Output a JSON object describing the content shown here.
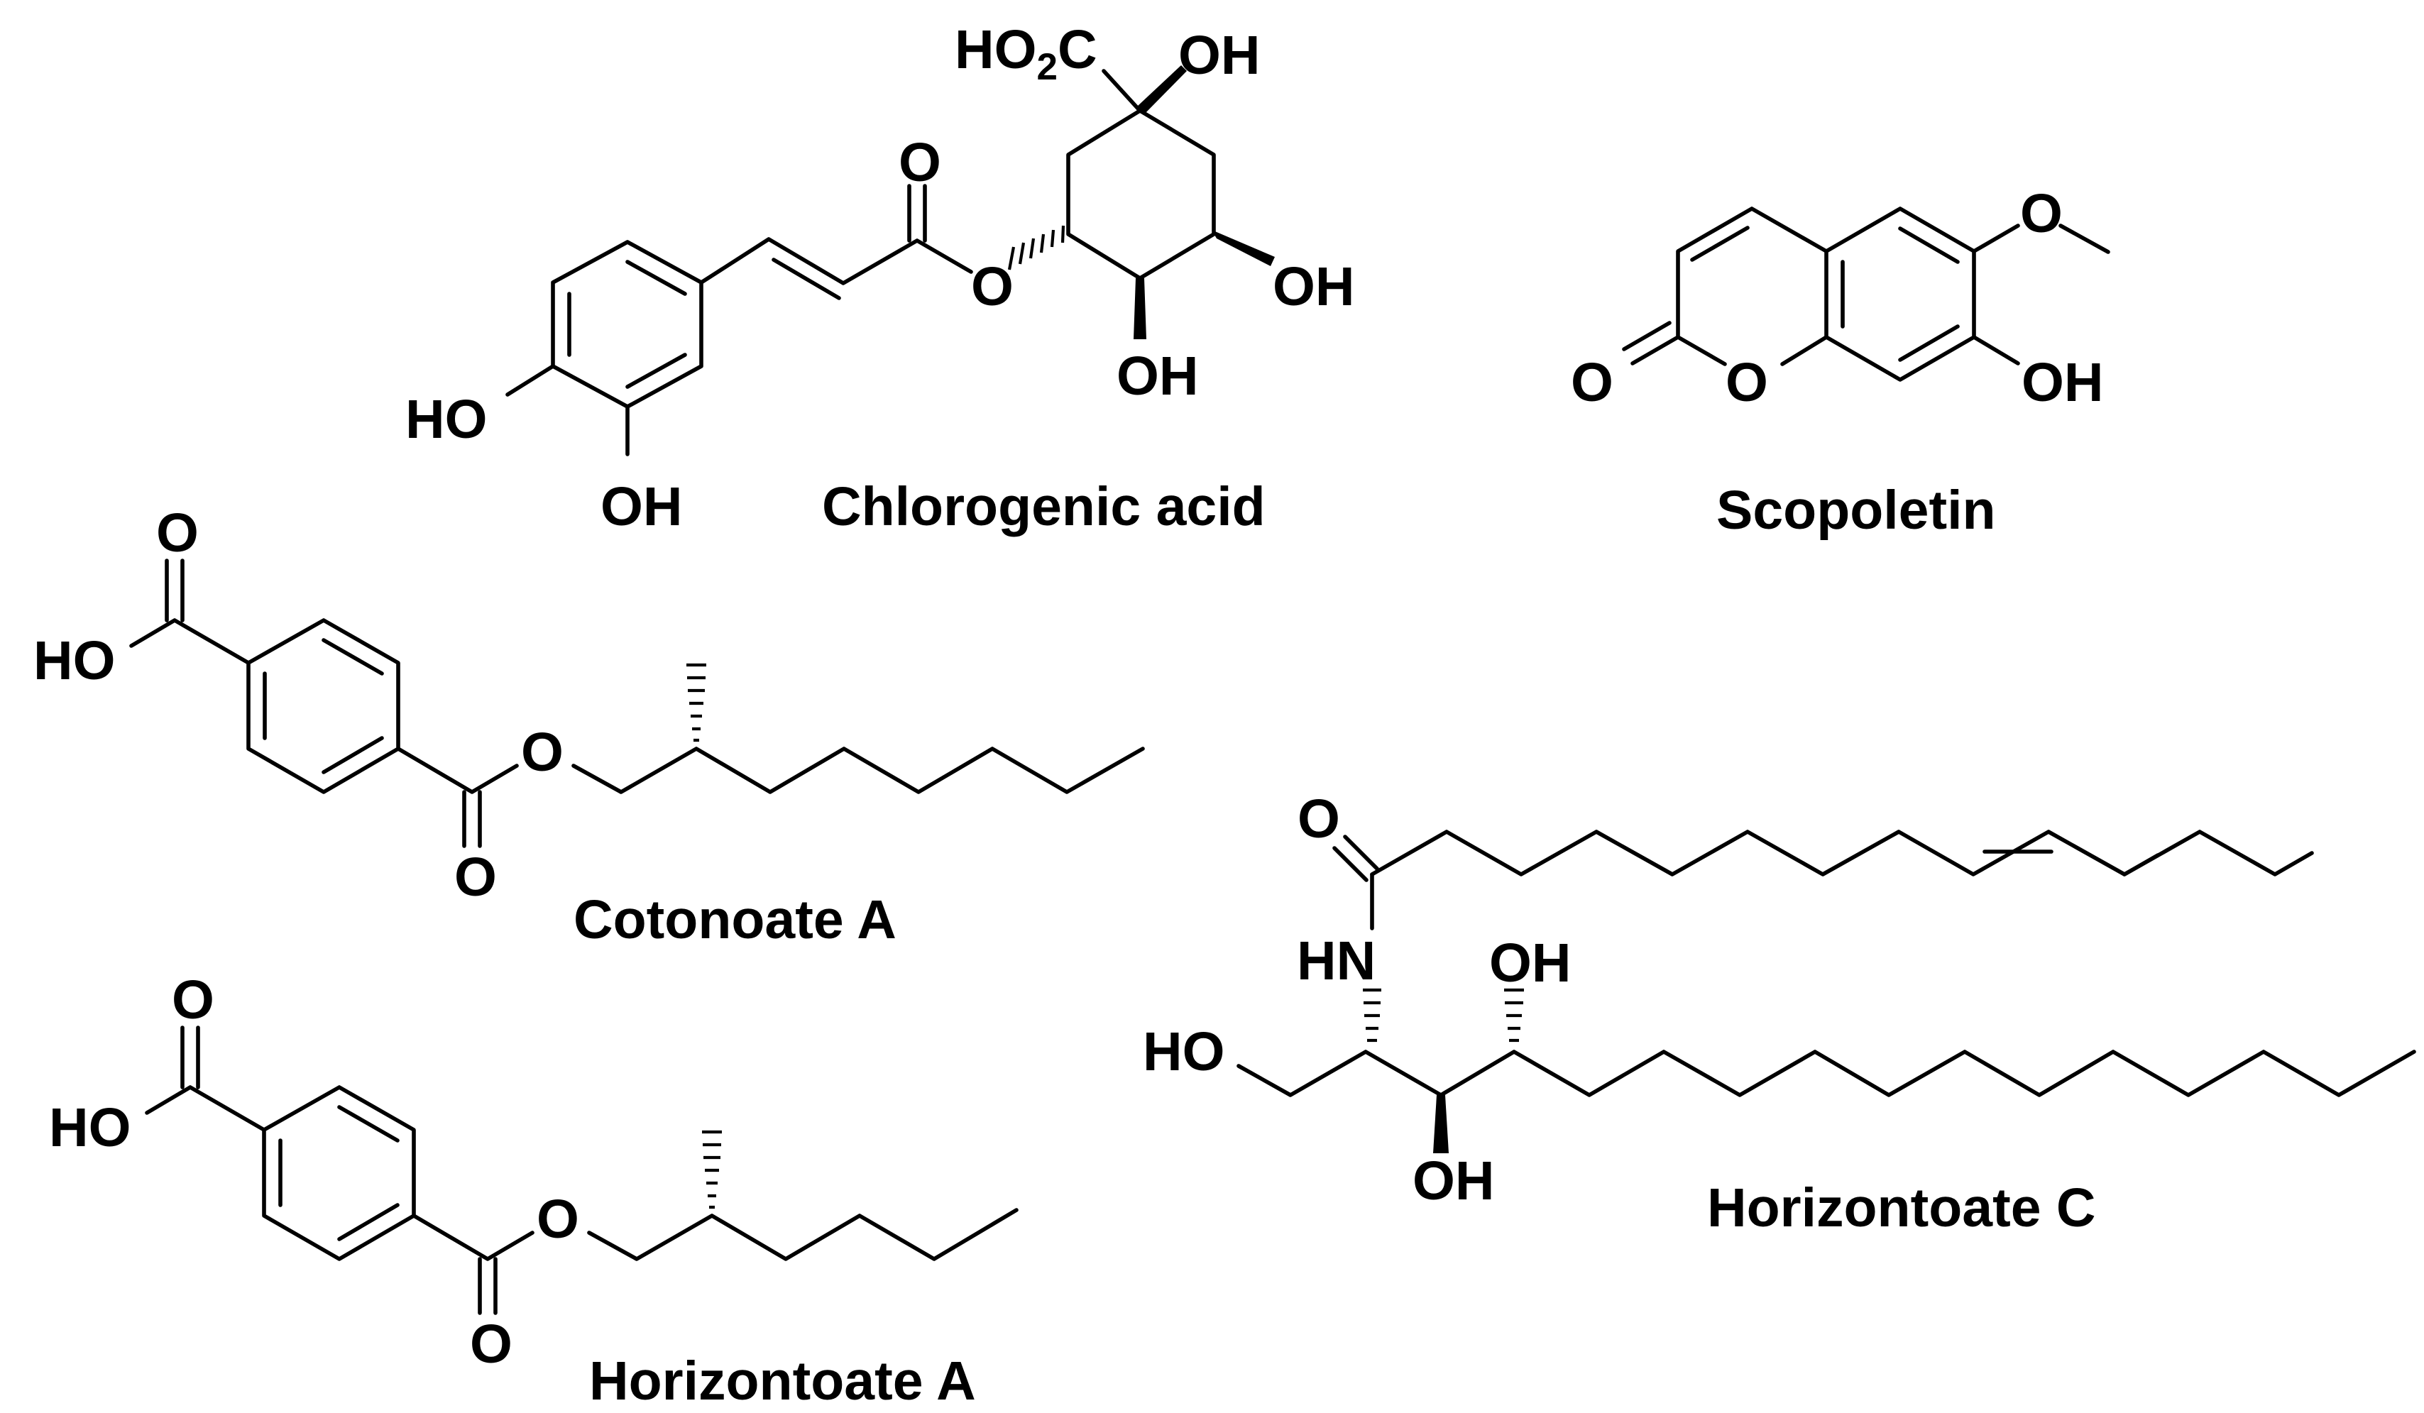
{
  "compounds": {
    "chlorogenic_acid": {
      "name": "Chlorogenic acid",
      "labels": {
        "carboxyl": "HO",
        "carboxyl_sub": "2",
        "carboxyl_c": "C",
        "oh_top": "OH",
        "carbonyl_o": "O",
        "ester_o": "O",
        "oh_right": "OH",
        "oh_bottom": "OH",
        "ho_left": "HO",
        "oh_aromatic": "OH"
      }
    },
    "scopoletin": {
      "name": "Scopoletin",
      "labels": {
        "methoxy_o": "O",
        "carbonyl_o": "O",
        "ring_o": "O",
        "oh": "OH"
      }
    },
    "cotonoate_a": {
      "name": "Cotonoate A",
      "labels": {
        "acid_o": "O",
        "acid_ho": "HO",
        "ester_o": "O",
        "carbonyl_o": "O"
      }
    },
    "horizontoate_a": {
      "name": "Horizontoate A",
      "labels": {
        "acid_o": "O",
        "acid_ho": "HO",
        "ester_o": "O",
        "carbonyl_o": "O"
      }
    },
    "horizontoate_c": {
      "name": "Horizontoate C",
      "labels": {
        "amide_o": "O",
        "hn": "HN",
        "oh_top": "OH",
        "ho_left": "HO",
        "oh_bottom": "OH"
      }
    }
  }
}
